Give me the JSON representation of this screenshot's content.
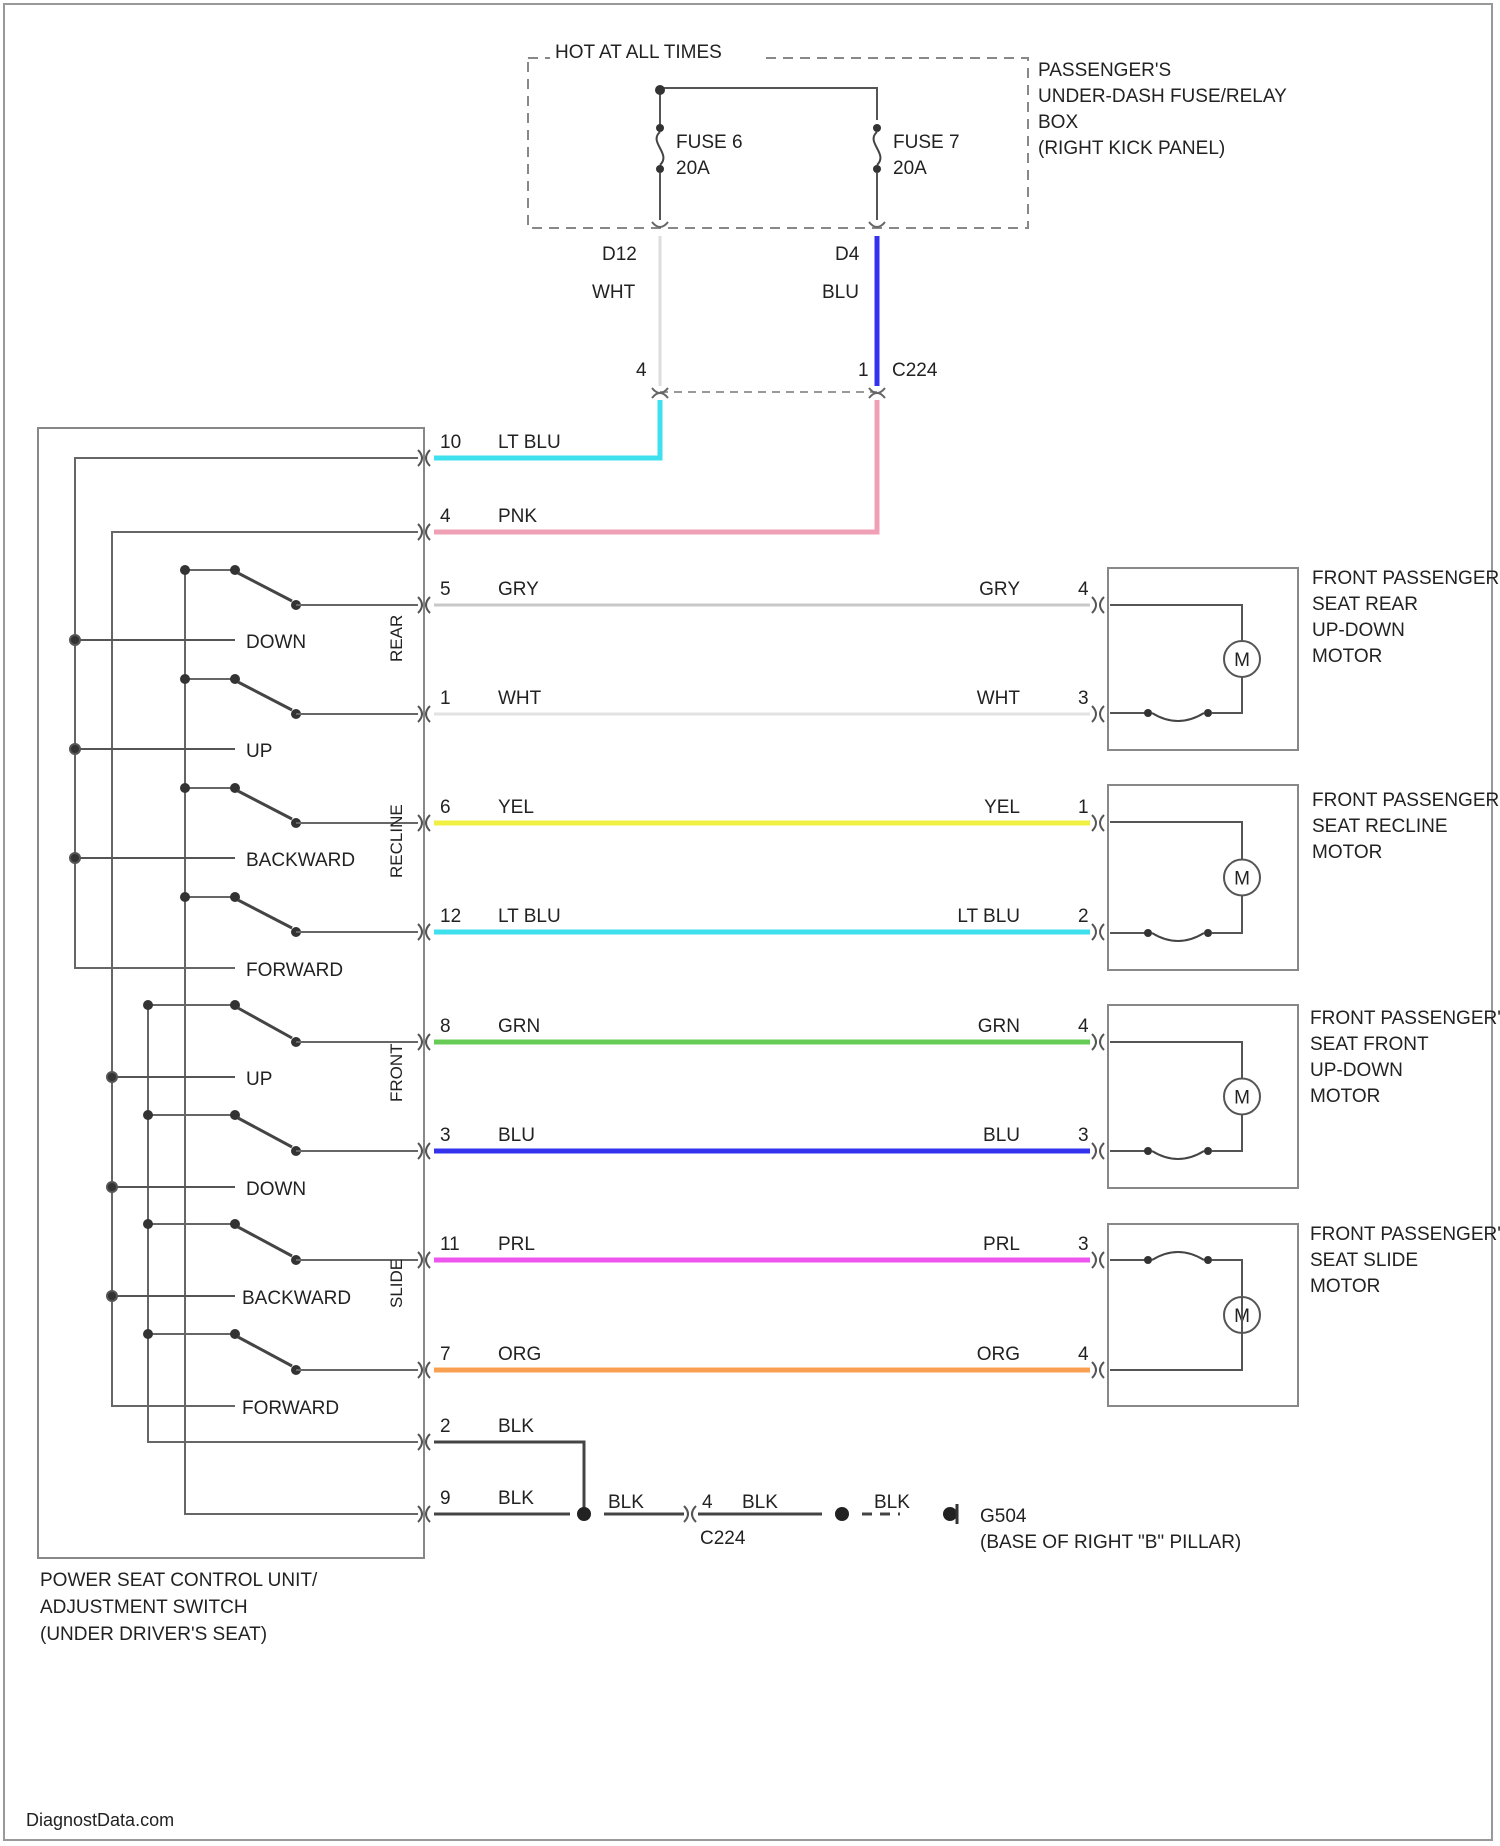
{
  "fuse_box": {
    "header": "HOT AT ALL TIMES",
    "label_lines": [
      "PASSENGER'S",
      "UNDER-DASH FUSE/RELAY",
      "BOX",
      "(RIGHT KICK PANEL)"
    ],
    "fuse_6": {
      "name": "FUSE 6",
      "rating": "20A"
    },
    "fuse_7": {
      "name": "FUSE 7",
      "rating": "20A"
    },
    "pin_left": "D12",
    "pin_right": "D4",
    "wire_left_color": "WHT",
    "wire_right_color": "BLU"
  },
  "connector_c224": {
    "name": "C224",
    "pin_left": "4",
    "pin_right": "1"
  },
  "control_unit": {
    "label_lines": [
      "POWER SEAT CONTROL UNIT/",
      "ADJUSTMENT SWITCH",
      "(UNDER DRIVER'S SEAT)"
    ],
    "sections": [
      "REAR",
      "RECLINE",
      "FRONT",
      "SLIDE"
    ],
    "switch_labels": [
      "DOWN",
      "UP",
      "BACKWARD",
      "FORWARD",
      "UP",
      "DOWN",
      "BACKWARD",
      "FORWARD"
    ]
  },
  "wires": [
    {
      "id": "w10",
      "pin": "10",
      "color": "LT BLU",
      "far_color": "",
      "far_pin": "",
      "hex": "#3ee0ee"
    },
    {
      "id": "w4",
      "pin": "4",
      "color": "PNK",
      "far_color": "",
      "far_pin": "",
      "hex": "#f0a0b4"
    },
    {
      "id": "w5",
      "pin": "5",
      "color": "GRY",
      "far_color": "GRY",
      "far_pin": "4",
      "hex": "#c8c8c8"
    },
    {
      "id": "w1",
      "pin": "1",
      "color": "WHT",
      "far_color": "WHT",
      "far_pin": "3",
      "hex": "#e2e2e2"
    },
    {
      "id": "w6",
      "pin": "6",
      "color": "YEL",
      "far_color": "YEL",
      "far_pin": "1",
      "hex": "#f0f040"
    },
    {
      "id": "w12",
      "pin": "12",
      "color": "LT BLU",
      "far_color": "LT BLU",
      "far_pin": "2",
      "hex": "#3ee0ee"
    },
    {
      "id": "w8",
      "pin": "8",
      "color": "GRN",
      "far_color": "GRN",
      "far_pin": "4",
      "hex": "#66cc55"
    },
    {
      "id": "w3",
      "pin": "3",
      "color": "BLU",
      "far_color": "BLU",
      "far_pin": "3",
      "hex": "#3333ee"
    },
    {
      "id": "w11",
      "pin": "11",
      "color": "PRL",
      "far_color": "PRL",
      "far_pin": "3",
      "hex": "#ee55ee"
    },
    {
      "id": "w7",
      "pin": "7",
      "color": "ORG",
      "far_color": "ORG",
      "far_pin": "4",
      "hex": "#f8a050"
    },
    {
      "id": "w2",
      "pin": "2",
      "color": "BLK",
      "far_color": "",
      "far_pin": "",
      "hex": "#444444"
    },
    {
      "id": "w9",
      "pin": "9",
      "color": "BLK",
      "far_color": "",
      "far_pin": "",
      "hex": "#444444"
    }
  ],
  "motors": [
    {
      "label_lines": [
        "FRONT PASSENGER'S",
        "SEAT REAR",
        "UP-DOWN",
        "MOTOR"
      ],
      "symbol": "M"
    },
    {
      "label_lines": [
        "FRONT PASSENGER'S",
        "SEAT RECLINE",
        "MOTOR"
      ],
      "symbol": "M"
    },
    {
      "label_lines": [
        "FRONT PASSENGER'S",
        "SEAT FRONT",
        "UP-DOWN",
        "MOTOR"
      ],
      "symbol": "M"
    },
    {
      "label_lines": [
        "FRONT PASSENGER'S",
        "SEAT SLIDE",
        "MOTOR"
      ],
      "symbol": "M"
    }
  ],
  "ground": {
    "wire_segments": [
      "BLK",
      "BLK",
      "BLK"
    ],
    "connector": "C224",
    "connector_pin": "4",
    "point": "G504",
    "location": "(BASE OF RIGHT \"B\" PILLAR)"
  },
  "watermark": "DiagnostData.com"
}
